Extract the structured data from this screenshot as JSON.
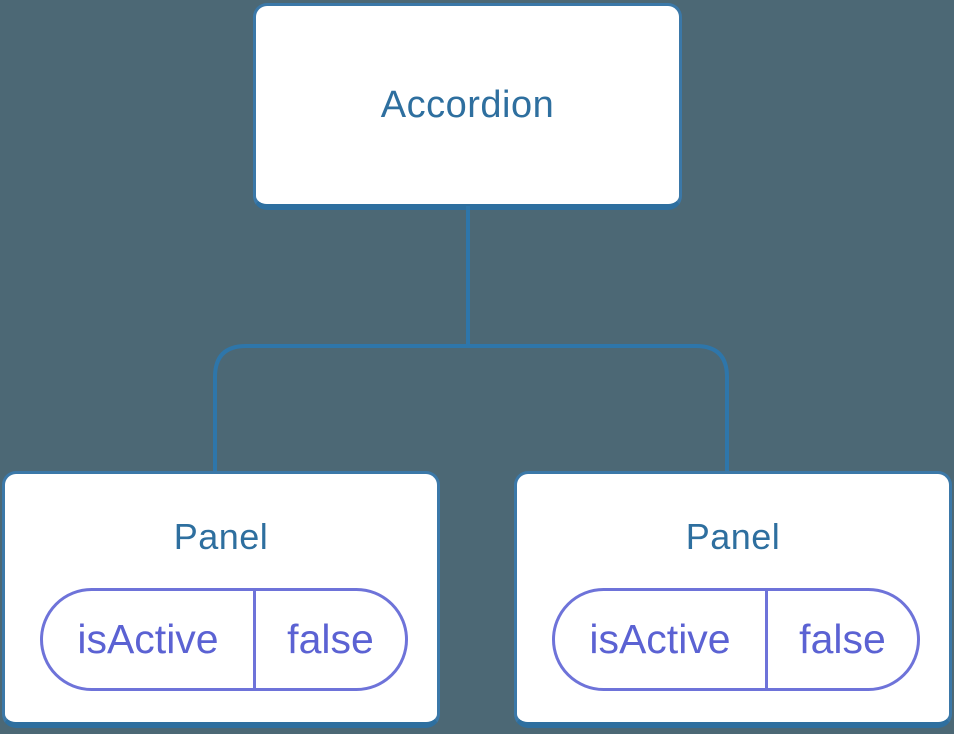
{
  "diagram": {
    "root": {
      "label": "Accordion"
    },
    "children": [
      {
        "label": "Panel",
        "state": {
          "key": "isActive",
          "value": "false"
        }
      },
      {
        "label": "Panel",
        "state": {
          "key": "isActive",
          "value": "false"
        }
      }
    ]
  },
  "colors": {
    "background": "#4c6875",
    "box_fill": "#ffffff",
    "box_border": "#3b78a8",
    "box_border_bottom": "#2e6f9f",
    "connector": "#2e76aa",
    "title_text": "#2e6f9f",
    "pill_border": "#6e73d9",
    "pill_text": "#5b62d3"
  }
}
